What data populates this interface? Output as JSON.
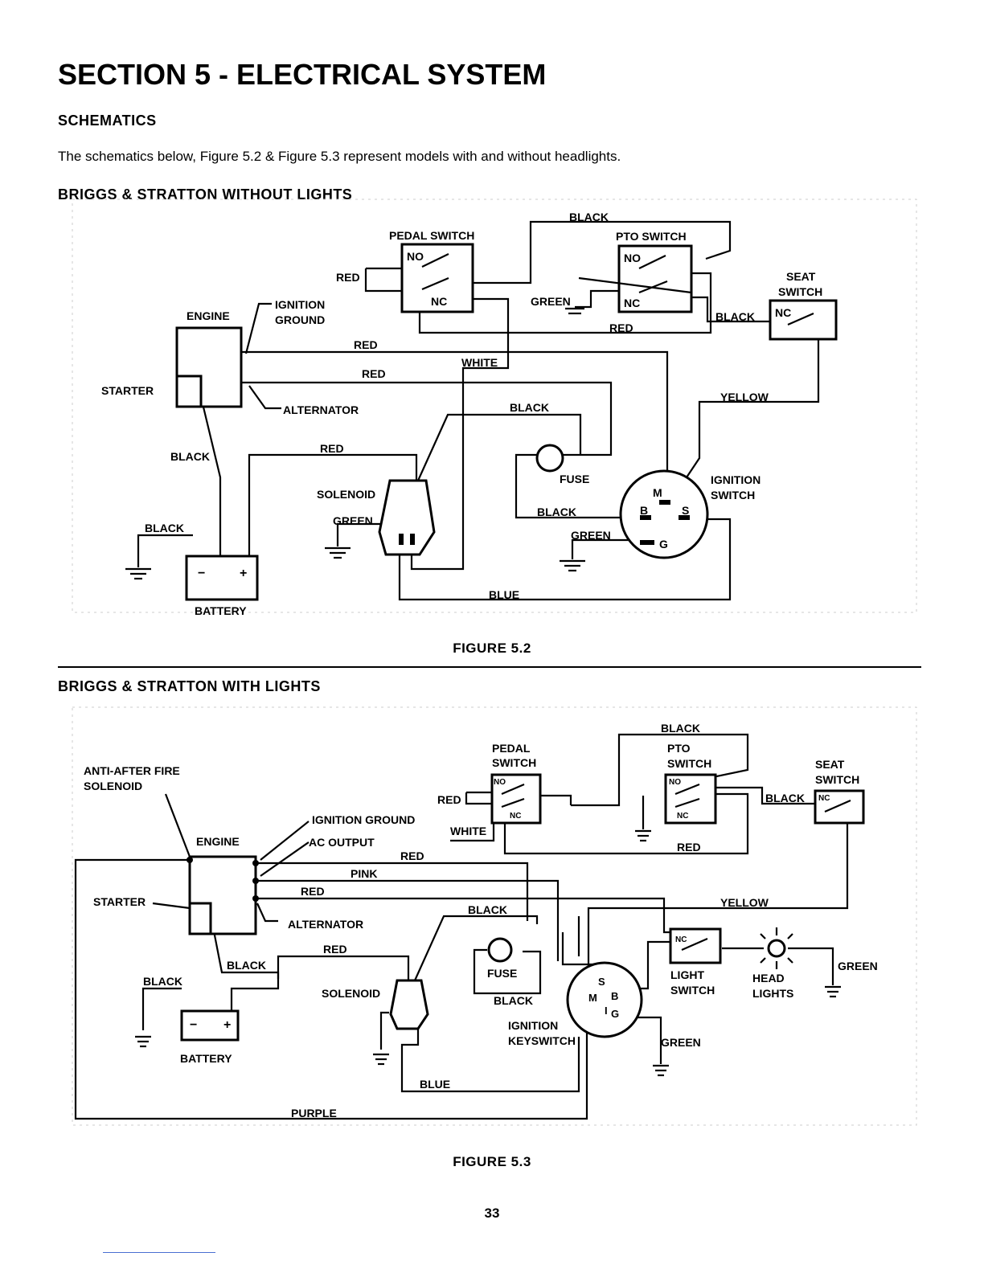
{
  "page": {
    "title": "SECTION 5 - ELECTRICAL SYSTEM",
    "section_heading": "SCHEMATICS",
    "intro": "The schematics below, Figure 5.2 & Figure 5.3 represent models with and without headlights.",
    "page_number": "33"
  },
  "figure1": {
    "heading": "BRIGGS & STRATTON WITHOUT LIGHTS",
    "caption": "FIGURE 5.2",
    "labels": {
      "black_top": "BLACK",
      "pedal_switch": "PEDAL SWITCH",
      "pto_switch": "PTO SWITCH",
      "seat_switch_1": "SEAT",
      "seat_switch_2": "SWITCH",
      "red_pedal": "RED",
      "green": "GREEN",
      "red_pto": "RED",
      "black_seat": "BLACK",
      "ignition_ground_1": "IGNITION",
      "ignition_ground_2": "GROUND",
      "engine": "ENGINE",
      "red_1": "RED",
      "white": "WHITE",
      "red_2": "RED",
      "starter": "STARTER",
      "alternator": "ALTERNATOR",
      "yellow": "YELLOW",
      "black_fuse": "BLACK",
      "black_left": "BLACK",
      "red_sol": "RED",
      "fuse": "FUSE",
      "ignition_switch_1": "IGNITION",
      "ignition_switch_2": "SWITCH",
      "solenoid": "SOLENOID",
      "green_sol": "GREEN",
      "black_ign": "BLACK",
      "black_batt": "BLACK",
      "green_ign": "GREEN",
      "blue": "BLUE",
      "battery": "BATTERY",
      "no": "NO",
      "nc": "NC",
      "m": "M",
      "b": "B",
      "s": "S",
      "g": "G",
      "minus": "−",
      "plus": "+"
    }
  },
  "figure2": {
    "heading": "BRIGGS & STRATTON WITH LIGHTS",
    "caption": "FIGURE 5.3",
    "labels": {
      "black_top": "BLACK",
      "pedal_1": "PEDAL",
      "pedal_2": "SWITCH",
      "pto_1": "PTO",
      "pto_2": "SWITCH",
      "seat_1": "SEAT",
      "seat_2": "SWITCH",
      "anti_1": "ANTI-AFTER FIRE",
      "anti_2": "SOLENOID",
      "red_pedal": "RED",
      "black_seat": "BLACK",
      "ignition_ground": "IGNITION GROUND",
      "white": "WHITE",
      "engine": "ENGINE",
      "ac_output": "AC OUTPUT",
      "red_1": "RED",
      "red_pto": "RED",
      "pink": "PINK",
      "red_2": "RED",
      "starter": "STARTER",
      "yellow": "YELLOW",
      "black_mid": "BLACK",
      "alternator": "ALTERNATOR",
      "red_sol": "RED",
      "black_starter": "BLACK",
      "fuse": "FUSE",
      "light_switch_1": "LIGHT",
      "light_switch_2": "SWITCH",
      "head_lights_1": "HEAD",
      "head_lights_2": "LIGHTS",
      "green_right": "GREEN",
      "black_batt": "BLACK",
      "solenoid": "SOLENOID",
      "black_fuse": "BLACK",
      "ignition_1": "IGNITION",
      "ignition_2": "KEYSWITCH",
      "green_ign": "GREEN",
      "battery": "BATTERY",
      "blue": "BLUE",
      "purple": "PURPLE",
      "no": "NO",
      "nc": "NC",
      "s": "S",
      "m": "M",
      "b": "B",
      "i": "I",
      "g": "G",
      "minus": "−",
      "plus": "+"
    }
  }
}
